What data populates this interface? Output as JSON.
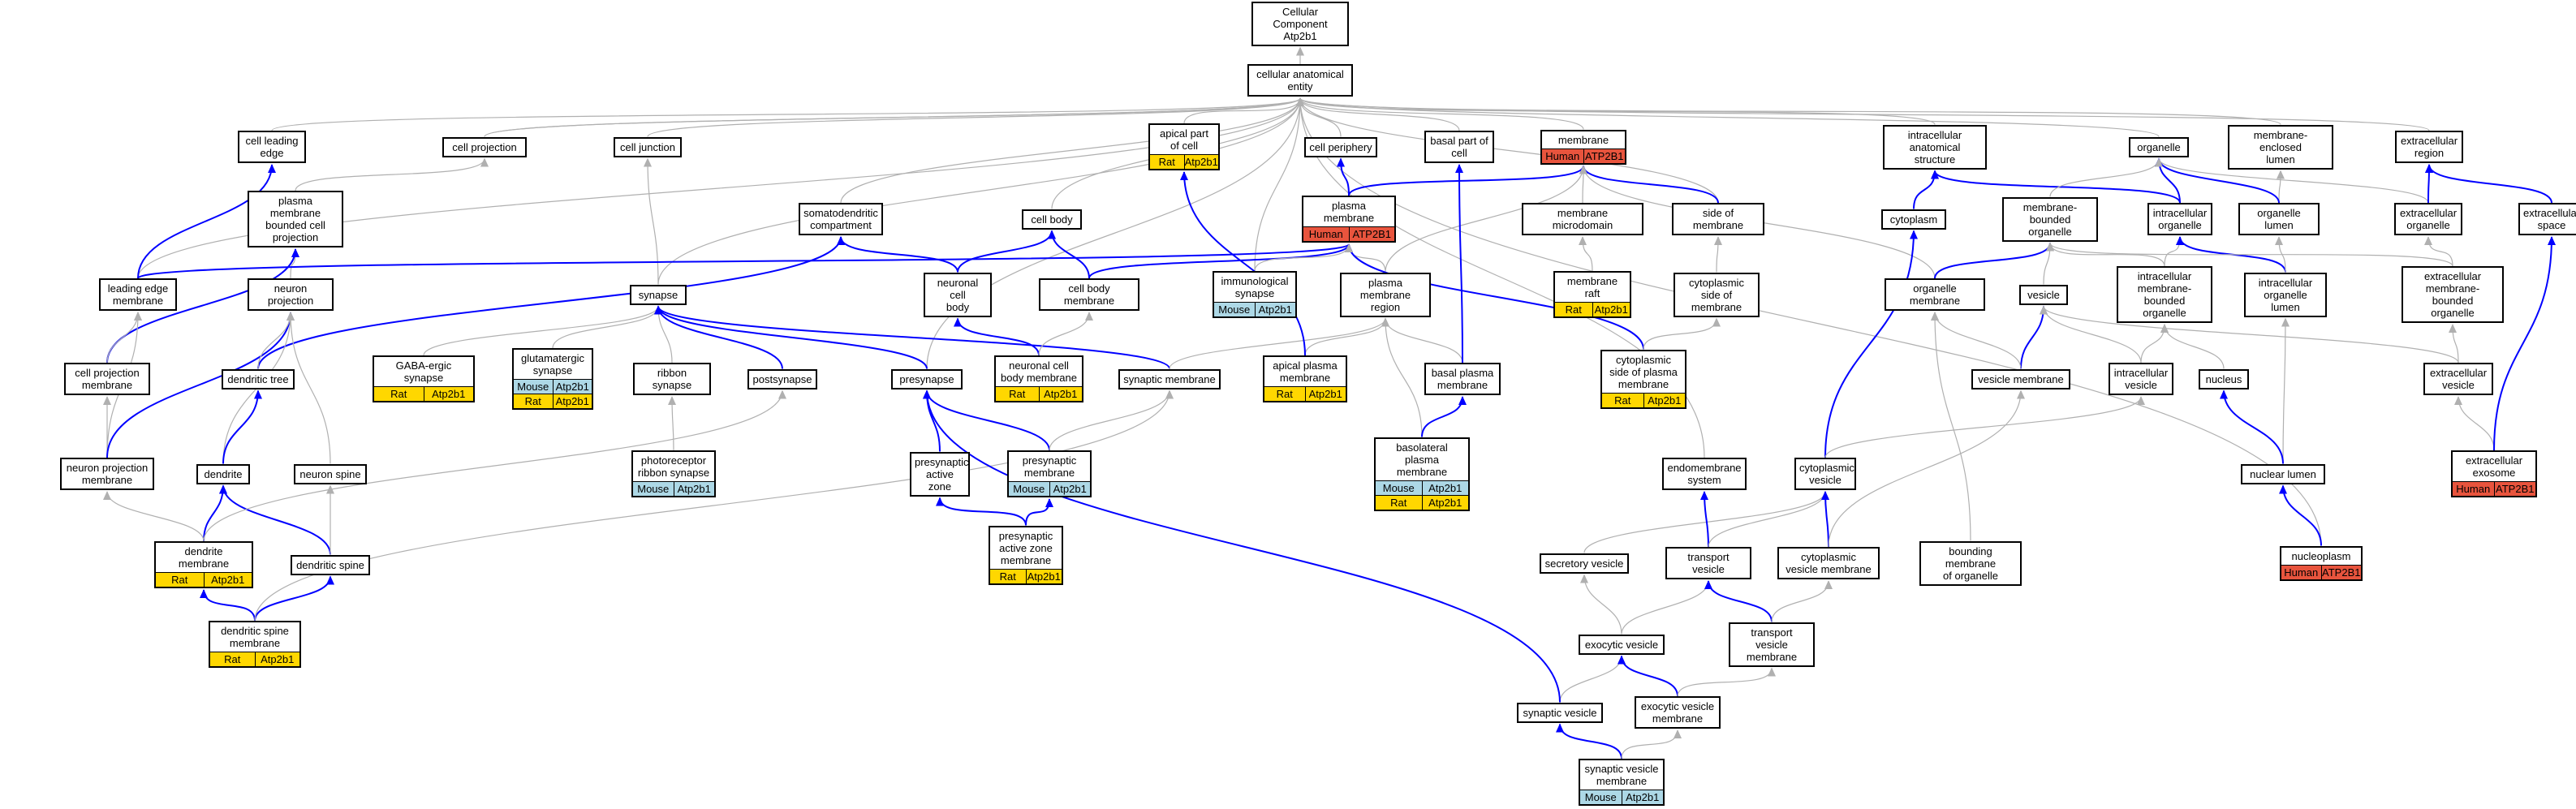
{
  "graph": {
    "nodes": [
      {
        "id": "root",
        "label": "Cellular Component\nAtp2b1",
        "tags": []
      },
      {
        "id": "cae",
        "label": "cellular anatomical\nentity",
        "tags": []
      },
      {
        "id": "cle",
        "label": "cell leading\nedge",
        "tags": []
      },
      {
        "id": "cproj",
        "label": "cell projection",
        "tags": []
      },
      {
        "id": "cjunc",
        "label": "cell junction",
        "tags": []
      },
      {
        "id": "apical",
        "label": "apical part\nof cell",
        "tags": [
          [
            "Rat",
            "Atp2b1"
          ]
        ]
      },
      {
        "id": "cperi",
        "label": "cell periphery",
        "tags": []
      },
      {
        "id": "basal",
        "label": "basal part of\ncell",
        "tags": []
      },
      {
        "id": "membrane",
        "label": "membrane",
        "tags": [
          [
            "Human",
            "ATP2B1"
          ]
        ]
      },
      {
        "id": "ias",
        "label": "intracellular\nanatomical structure",
        "tags": []
      },
      {
        "id": "organelle",
        "label": "organelle",
        "tags": []
      },
      {
        "id": "mel",
        "label": "membrane-enclosed\nlumen",
        "tags": []
      },
      {
        "id": "ecr",
        "label": "extracellular\nregion",
        "tags": []
      },
      {
        "id": "pmbcp",
        "label": "plasma membrane\nbounded cell\nprojection",
        "tags": []
      },
      {
        "id": "sdc",
        "label": "somatodendritic\ncompartment",
        "tags": []
      },
      {
        "id": "cbody",
        "label": "cell body",
        "tags": []
      },
      {
        "id": "pm",
        "label": "plasma membrane",
        "tags": [
          [
            "Human",
            "ATP2B1"
          ]
        ]
      },
      {
        "id": "memdom",
        "label": "membrane microdomain",
        "tags": []
      },
      {
        "id": "som",
        "label": "side of membrane",
        "tags": []
      },
      {
        "id": "cytoplasm",
        "label": "cytoplasm",
        "tags": []
      },
      {
        "id": "mbo",
        "label": "membrane-bounded\norganelle",
        "tags": []
      },
      {
        "id": "io",
        "label": "intracellular\norganelle",
        "tags": []
      },
      {
        "id": "olumen",
        "label": "organelle lumen",
        "tags": []
      },
      {
        "id": "eco",
        "label": "extracellular\norganelle",
        "tags": []
      },
      {
        "id": "ecs",
        "label": "extracellular\nspace",
        "tags": []
      },
      {
        "id": "lem",
        "label": "leading edge\nmembrane",
        "tags": []
      },
      {
        "id": "nproj",
        "label": "neuron projection",
        "tags": []
      },
      {
        "id": "synapse",
        "label": "synapse",
        "tags": []
      },
      {
        "id": "ncb",
        "label": "neuronal cell\nbody",
        "tags": []
      },
      {
        "id": "cbm",
        "label": "cell body membrane",
        "tags": []
      },
      {
        "id": "immsyn",
        "label": "immunological\nsynapse",
        "tags": [
          [
            "Mouse",
            "Atp2b1"
          ]
        ]
      },
      {
        "id": "pmr",
        "label": "plasma membrane\nregion",
        "tags": []
      },
      {
        "id": "mraft",
        "label": "membrane raft",
        "tags": [
          [
            "Rat",
            "Atp2b1"
          ]
        ]
      },
      {
        "id": "csom",
        "label": "cytoplasmic\nside of membrane",
        "tags": []
      },
      {
        "id": "omem",
        "label": "organelle membrane",
        "tags": []
      },
      {
        "id": "vesicle",
        "label": "vesicle",
        "tags": []
      },
      {
        "id": "imbo",
        "label": "intracellular\nmembrane-bounded\norganelle",
        "tags": []
      },
      {
        "id": "iol",
        "label": "intracellular\norganelle lumen",
        "tags": []
      },
      {
        "id": "embo",
        "label": "extracellular\nmembrane-bounded\norganelle",
        "tags": []
      },
      {
        "id": "cpm",
        "label": "cell projection\nmembrane",
        "tags": []
      },
      {
        "id": "dtree",
        "label": "dendritic tree",
        "tags": []
      },
      {
        "id": "gaba",
        "label": "GABA-ergic synapse",
        "tags": [
          [
            "Rat",
            "Atp2b1"
          ]
        ]
      },
      {
        "id": "glut",
        "label": "glutamatergic\nsynapse",
        "tags": [
          [
            "Mouse",
            "Atp2b1"
          ],
          [
            "Rat",
            "Atp2b1"
          ]
        ]
      },
      {
        "id": "ribbon",
        "label": "ribbon synapse",
        "tags": []
      },
      {
        "id": "postsyn",
        "label": "postsynapse",
        "tags": []
      },
      {
        "id": "presyn",
        "label": "presynapse",
        "tags": []
      },
      {
        "id": "ncbm",
        "label": "neuronal cell\nbody membrane",
        "tags": [
          [
            "Rat",
            "Atp2b1"
          ]
        ]
      },
      {
        "id": "synmem",
        "label": "synaptic membrane",
        "tags": []
      },
      {
        "id": "apm",
        "label": "apical plasma\nmembrane",
        "tags": [
          [
            "Rat",
            "Atp2b1"
          ]
        ]
      },
      {
        "id": "bpm",
        "label": "basal plasma\nmembrane",
        "tags": []
      },
      {
        "id": "cspm",
        "label": "cytoplasmic\nside of plasma\nmembrane",
        "tags": [
          [
            "Rat",
            "Atp2b1"
          ]
        ]
      },
      {
        "id": "vmem",
        "label": "vesicle membrane",
        "tags": []
      },
      {
        "id": "iv",
        "label": "intracellular\nvesicle",
        "tags": []
      },
      {
        "id": "nucleus",
        "label": "nucleus",
        "tags": []
      },
      {
        "id": "ecv",
        "label": "extracellular\nvesicle",
        "tags": []
      },
      {
        "id": "npm",
        "label": "neuron projection\nmembrane",
        "tags": []
      },
      {
        "id": "dendrite",
        "label": "dendrite",
        "tags": []
      },
      {
        "id": "nspine",
        "label": "neuron spine",
        "tags": []
      },
      {
        "id": "photo",
        "label": "photoreceptor\nribbon synapse",
        "tags": [
          [
            "Mouse",
            "Atp2b1"
          ]
        ]
      },
      {
        "id": "paz",
        "label": "presynaptic\nactive zone",
        "tags": []
      },
      {
        "id": "presynmem",
        "label": "presynaptic\nmembrane",
        "tags": [
          [
            "Mouse",
            "Atp2b1"
          ]
        ]
      },
      {
        "id": "blpm",
        "label": "basolateral\nplasma membrane",
        "tags": [
          [
            "Mouse",
            "Atp2b1"
          ],
          [
            "Rat",
            "Atp2b1"
          ]
        ]
      },
      {
        "id": "endo",
        "label": "endomembrane\nsystem",
        "tags": []
      },
      {
        "id": "cytv",
        "label": "cytoplasmic\nvesicle",
        "tags": []
      },
      {
        "id": "nlumen",
        "label": "nuclear lumen",
        "tags": []
      },
      {
        "id": "exosome",
        "label": "extracellular\nexosome",
        "tags": [
          [
            "Human",
            "ATP2B1"
          ]
        ]
      },
      {
        "id": "pazm",
        "label": "presynaptic\nactive zone\nmembrane",
        "tags": [
          [
            "Rat",
            "Atp2b1"
          ]
        ]
      },
      {
        "id": "dmem",
        "label": "dendrite membrane",
        "tags": [
          [
            "Rat",
            "Atp2b1"
          ]
        ]
      },
      {
        "id": "dspine",
        "label": "dendritic spine",
        "tags": []
      },
      {
        "id": "secv",
        "label": "secretory vesicle",
        "tags": []
      },
      {
        "id": "tv",
        "label": "transport vesicle",
        "tags": []
      },
      {
        "id": "cvm",
        "label": "cytoplasmic\nvesicle membrane",
        "tags": []
      },
      {
        "id": "bmo",
        "label": "bounding membrane\nof organelle",
        "tags": []
      },
      {
        "id": "nucleoplasm",
        "label": "nucleoplasm",
        "tags": [
          [
            "Human",
            "ATP2B1"
          ]
        ]
      },
      {
        "id": "dsm",
        "label": "dendritic spine\nmembrane",
        "tags": [
          [
            "Rat",
            "Atp2b1"
          ]
        ]
      },
      {
        "id": "exov",
        "label": "exocytic vesicle",
        "tags": []
      },
      {
        "id": "tvm",
        "label": "transport vesicle\nmembrane",
        "tags": []
      },
      {
        "id": "synv",
        "label": "synaptic vesicle",
        "tags": []
      },
      {
        "id": "exovm",
        "label": "exocytic vesicle\nmembrane",
        "tags": []
      },
      {
        "id": "synvm",
        "label": "synaptic vesicle\nmembrane",
        "tags": [
          [
            "Mouse",
            "Atp2b1"
          ]
        ]
      }
    ],
    "edges": [
      [
        "cae",
        "root",
        "g"
      ],
      [
        "cle",
        "cae",
        "g"
      ],
      [
        "cproj",
        "cae",
        "g"
      ],
      [
        "cjunc",
        "cae",
        "g"
      ],
      [
        "apical",
        "cae",
        "g"
      ],
      [
        "cperi",
        "cae",
        "g"
      ],
      [
        "basal",
        "cae",
        "g"
      ],
      [
        "membrane",
        "cae",
        "g"
      ],
      [
        "ias",
        "cae",
        "g"
      ],
      [
        "organelle",
        "cae",
        "g"
      ],
      [
        "mel",
        "cae",
        "g"
      ],
      [
        "ecr",
        "cae",
        "g"
      ],
      [
        "sdc",
        "cae",
        "g"
      ],
      [
        "cbody",
        "cae",
        "g"
      ],
      [
        "immsyn",
        "cae",
        "g"
      ],
      [
        "som",
        "cae",
        "g"
      ],
      [
        "lem",
        "cae",
        "g"
      ],
      [
        "presyn",
        "cae",
        "g"
      ],
      [
        "nucleoplasm",
        "cae",
        "g"
      ],
      [
        "endo",
        "cae",
        "g"
      ],
      [
        "synapse",
        "cae",
        "g"
      ],
      [
        "pmbcp",
        "cproj",
        "g"
      ],
      [
        "nproj",
        "pmbcp",
        "g"
      ],
      [
        "synapse",
        "cjunc",
        "g"
      ],
      [
        "pm",
        "cperi",
        "b"
      ],
      [
        "pm",
        "membrane",
        "b"
      ],
      [
        "pmr",
        "membrane",
        "g"
      ],
      [
        "memdom",
        "membrane",
        "g"
      ],
      [
        "som",
        "membrane",
        "b"
      ],
      [
        "omem",
        "membrane",
        "g"
      ],
      [
        "cytoplasm",
        "ias",
        "b"
      ],
      [
        "io",
        "ias",
        "b"
      ],
      [
        "olumen",
        "mel",
        "g"
      ],
      [
        "mbo",
        "organelle",
        "g"
      ],
      [
        "io",
        "organelle",
        "b"
      ],
      [
        "olumen",
        "organelle",
        "b"
      ],
      [
        "eco",
        "organelle",
        "g"
      ],
      [
        "ecs",
        "ecr",
        "b"
      ],
      [
        "eco",
        "ecr",
        "b"
      ],
      [
        "lem",
        "cle",
        "b"
      ],
      [
        "lem",
        "pm",
        "b"
      ],
      [
        "cpm",
        "pmbcp",
        "b"
      ],
      [
        "dtree",
        "sdc",
        "b"
      ],
      [
        "ncb",
        "sdc",
        "b"
      ],
      [
        "ncb",
        "cbody",
        "b"
      ],
      [
        "cbm",
        "cbody",
        "b"
      ],
      [
        "cbm",
        "pm",
        "b"
      ],
      [
        "pmr",
        "pm",
        "g"
      ],
      [
        "cspm",
        "pm",
        "b"
      ],
      [
        "immsyn",
        "pm",
        "g"
      ],
      [
        "mraft",
        "memdom",
        "g"
      ],
      [
        "csom",
        "som",
        "g"
      ],
      [
        "cspm",
        "csom",
        "g"
      ],
      [
        "omem",
        "mbo",
        "b"
      ],
      [
        "vesicle",
        "mbo",
        "g"
      ],
      [
        "imbo",
        "mbo",
        "g"
      ],
      [
        "imbo",
        "io",
        "g"
      ],
      [
        "iol",
        "io",
        "b"
      ],
      [
        "iol",
        "olumen",
        "g"
      ],
      [
        "embo",
        "mbo",
        "g"
      ],
      [
        "embo",
        "eco",
        "g"
      ],
      [
        "cytv",
        "cytoplasm",
        "b"
      ],
      [
        "cproj",
        "cae",
        "g"
      ],
      [
        "cpm",
        "lem",
        "g"
      ],
      [
        "npm",
        "lem",
        "g"
      ],
      [
        "npm",
        "cpm",
        "g"
      ],
      [
        "npm",
        "nproj",
        "b"
      ],
      [
        "dtree",
        "nproj",
        "g"
      ],
      [
        "dendrite",
        "nproj",
        "g"
      ],
      [
        "nspine",
        "nproj",
        "g"
      ],
      [
        "gaba",
        "synapse",
        "g"
      ],
      [
        "glut",
        "synapse",
        "g"
      ],
      [
        "ribbon",
        "synapse",
        "g"
      ],
      [
        "postsyn",
        "synapse",
        "b"
      ],
      [
        "presyn",
        "synapse",
        "b"
      ],
      [
        "synmem",
        "synapse",
        "b"
      ],
      [
        "ncbm",
        "ncb",
        "b"
      ],
      [
        "ncbm",
        "cbm",
        "g"
      ],
      [
        "synmem",
        "pmr",
        "g"
      ],
      [
        "apm",
        "pmr",
        "g"
      ],
      [
        "apm",
        "apical",
        "b"
      ],
      [
        "bpm",
        "pmr",
        "g"
      ],
      [
        "bpm",
        "basal",
        "b"
      ],
      [
        "blpm",
        "pmr",
        "g"
      ],
      [
        "blpm",
        "bpm",
        "b"
      ],
      [
        "vmem",
        "vesicle",
        "b"
      ],
      [
        "vmem",
        "omem",
        "g"
      ],
      [
        "iv",
        "vesicle",
        "g"
      ],
      [
        "iv",
        "imbo",
        "g"
      ],
      [
        "nucleus",
        "imbo",
        "g"
      ],
      [
        "nlumen",
        "iol",
        "g"
      ],
      [
        "ecv",
        "vesicle",
        "g"
      ],
      [
        "ecv",
        "embo",
        "g"
      ],
      [
        "exosome",
        "ecv",
        "g"
      ],
      [
        "exosome",
        "ecs",
        "b"
      ],
      [
        "dendrite",
        "dtree",
        "b"
      ],
      [
        "photo",
        "ribbon",
        "g"
      ],
      [
        "paz",
        "presyn",
        "b"
      ],
      [
        "presynmem",
        "presyn",
        "b"
      ],
      [
        "presynmem",
        "synmem",
        "g"
      ],
      [
        "pazm",
        "paz",
        "b"
      ],
      [
        "pazm",
        "presynmem",
        "b"
      ],
      [
        "dmem",
        "dendrite",
        "b"
      ],
      [
        "dmem",
        "npm",
        "g"
      ],
      [
        "dspine",
        "dendrite",
        "b"
      ],
      [
        "dspine",
        "nspine",
        "g"
      ],
      [
        "dsm",
        "dmem",
        "b"
      ],
      [
        "dsm",
        "dspine",
        "b"
      ],
      [
        "dsm",
        "synmem",
        "g"
      ],
      [
        "dmem",
        "postsyn",
        "g"
      ],
      [
        "nlumen",
        "nucleus",
        "b"
      ],
      [
        "nucleoplasm",
        "nlumen",
        "b"
      ],
      [
        "cytv",
        "iv",
        "g"
      ],
      [
        "secv",
        "cytv",
        "g"
      ],
      [
        "tv",
        "endo",
        "b"
      ],
      [
        "tv",
        "cytv",
        "g"
      ],
      [
        "cvm",
        "cytv",
        "b"
      ],
      [
        "cvm",
        "vmem",
        "g"
      ],
      [
        "bmo",
        "omem",
        "g"
      ],
      [
        "exov",
        "secv",
        "g"
      ],
      [
        "exov",
        "tv",
        "g"
      ],
      [
        "tvm",
        "tv",
        "b"
      ],
      [
        "tvm",
        "cvm",
        "g"
      ],
      [
        "synv",
        "exov",
        "g"
      ],
      [
        "synv",
        "presyn",
        "b"
      ],
      [
        "exovm",
        "exov",
        "b"
      ],
      [
        "exovm",
        "tvm",
        "g"
      ],
      [
        "synvm",
        "synv",
        "b"
      ],
      [
        "synvm",
        "exovm",
        "g"
      ]
    ],
    "colors": {
      "human": "#e8543d",
      "mouse": "#add8e6",
      "rat": "#ffd700",
      "edge_blue": "#0000ff",
      "edge_gray": "#b0b0b0"
    }
  }
}
